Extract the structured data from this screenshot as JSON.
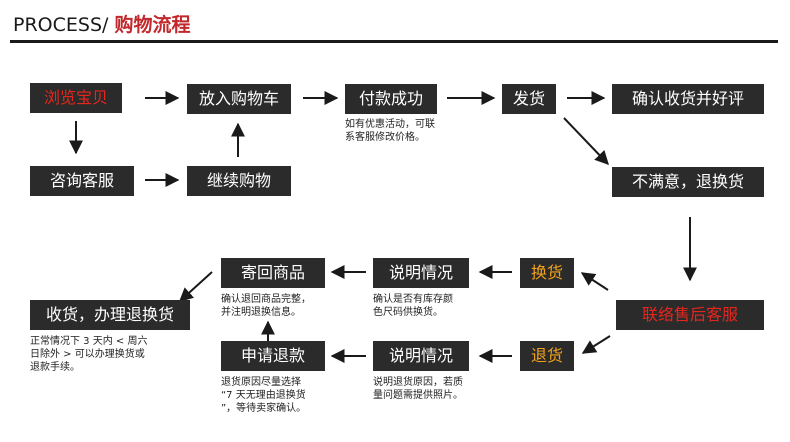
{
  "header": {
    "title_en": "PROCESS/",
    "title_cn": "购物流程"
  },
  "colors": {
    "box_bg": "#2b2b2b",
    "box_text": "#ffffff",
    "highlight_red": "#e8251d",
    "highlight_orange": "#f2a21b",
    "title_accent": "#c0282c",
    "arrow": "#1a1a1a"
  },
  "steps": {
    "browse": "浏览宝贝",
    "add_cart": "放入购物车",
    "pay": "付款成功",
    "ship": "发货",
    "confirm": "确认收货并好评",
    "consult": "咨询客服",
    "continue_shop": "继续购物",
    "unsatisfied": "不满意，退换货",
    "contact_service": "联络售后客服",
    "exchange": "换货",
    "refund": "退货",
    "explain_exchange": "说明情况",
    "explain_refund": "说明情况",
    "send_back": "寄回商品",
    "apply_refund": "申请退款",
    "receive": "收货，办理退换货"
  },
  "notes": {
    "pay_note": "如有优惠活动，可联\n系客服修改价格。",
    "exchange_note": "确认是否有库存颜\n色尺码供换货。",
    "refund_note": "说明退货原因，若质\n量问题需提供照片。",
    "send_back_note": "确认退回商品完整，\n并注明退换信息。",
    "apply_refund_note": "退货原因尽量选择\n“7 天无理由退换货\n”，等待卖家确认。",
    "receive_note": "正常情况下 3 天内 < 周六\n日除外 > 可以办理换货或\n退款手续。"
  }
}
